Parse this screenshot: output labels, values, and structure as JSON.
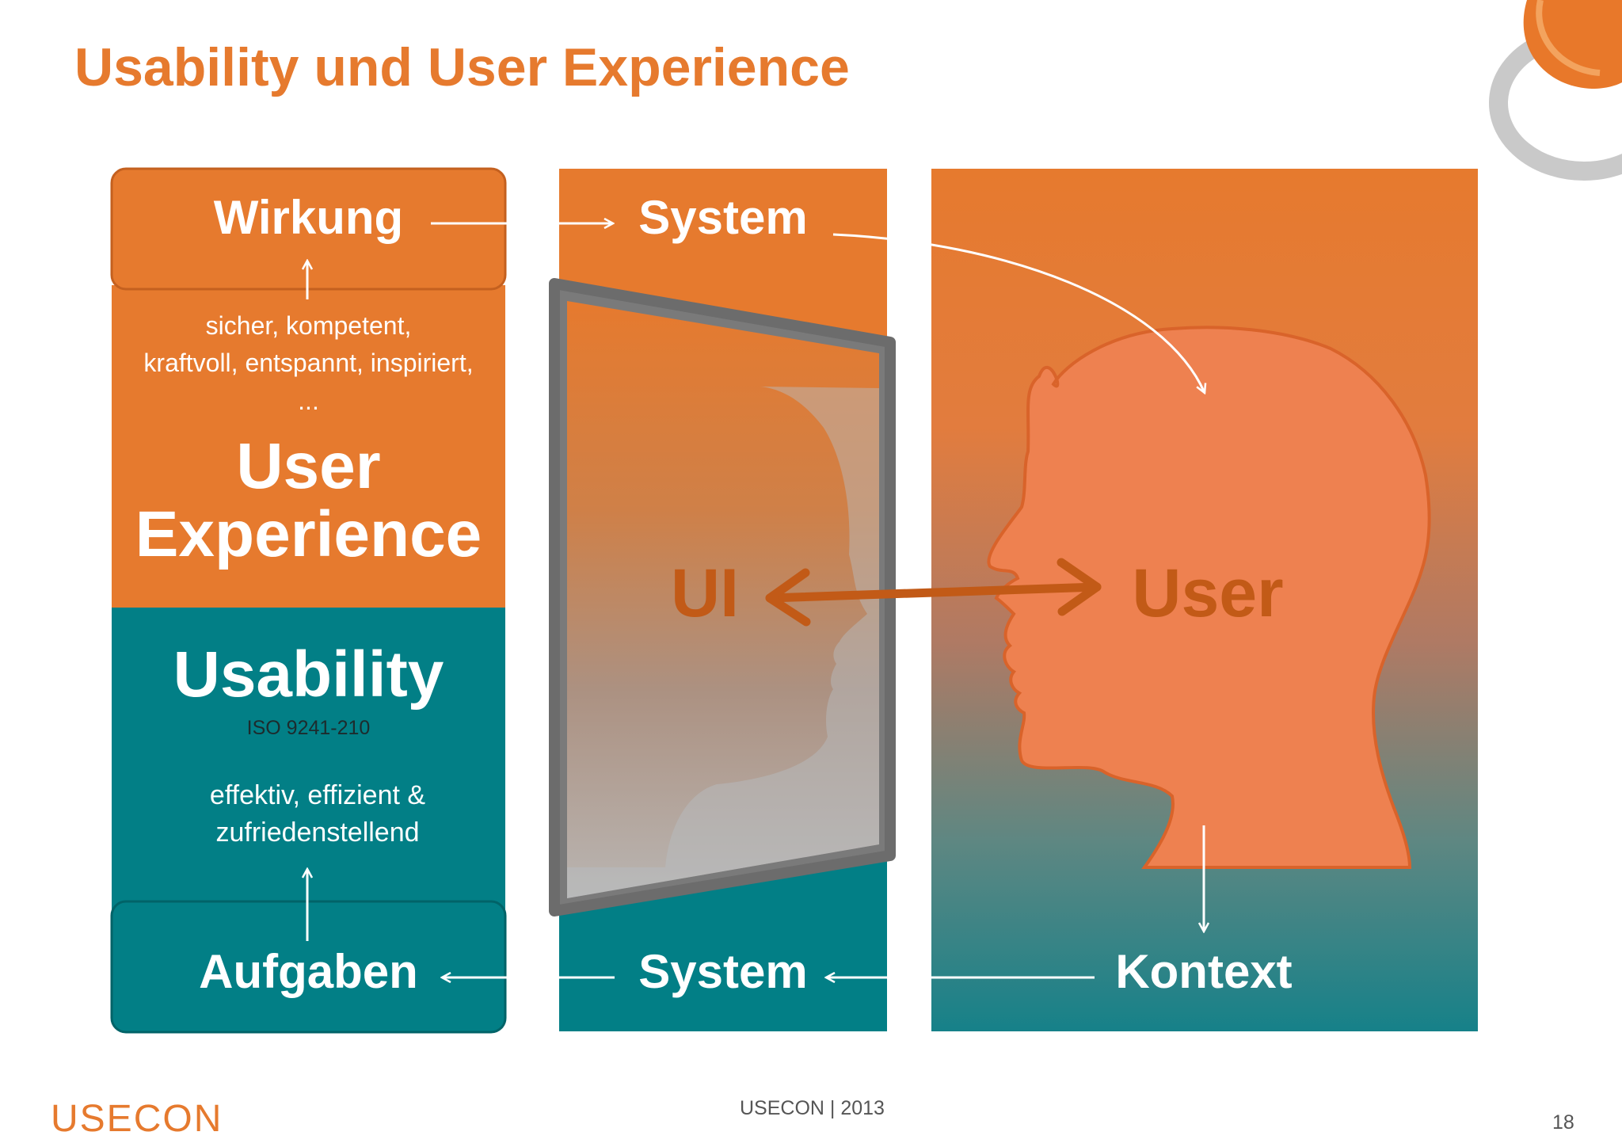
{
  "slide": {
    "title": "Usability und User Experience",
    "page_number": "18"
  },
  "left_column": {
    "wirkung": "Wirkung",
    "emotions_line1": "sicher, kompetent,",
    "emotions_line2": "kraftvoll, entspannt, inspiriert,",
    "emotions_line3": "...",
    "ux_line1": "User",
    "ux_line2": "Experience",
    "usability": "Usability",
    "iso": "ISO 9241-210",
    "quality_line1": "effektiv, effizient &",
    "quality_line2": "zufriedenstellend",
    "aufgaben": "Aufgaben"
  },
  "middle_column": {
    "system_top": "System",
    "ui": "UI",
    "system_bottom": "System"
  },
  "right_column": {
    "user": "User",
    "kontext": "Kontext"
  },
  "footer": {
    "brand": "USECON",
    "caption": "USECON  | 2013"
  },
  "colors": {
    "orange": "#E67A2E",
    "teal": "#027F86",
    "head_fill": "#EE8150",
    "dark_orange": "#C25A17",
    "frame_gray": "#717171"
  }
}
